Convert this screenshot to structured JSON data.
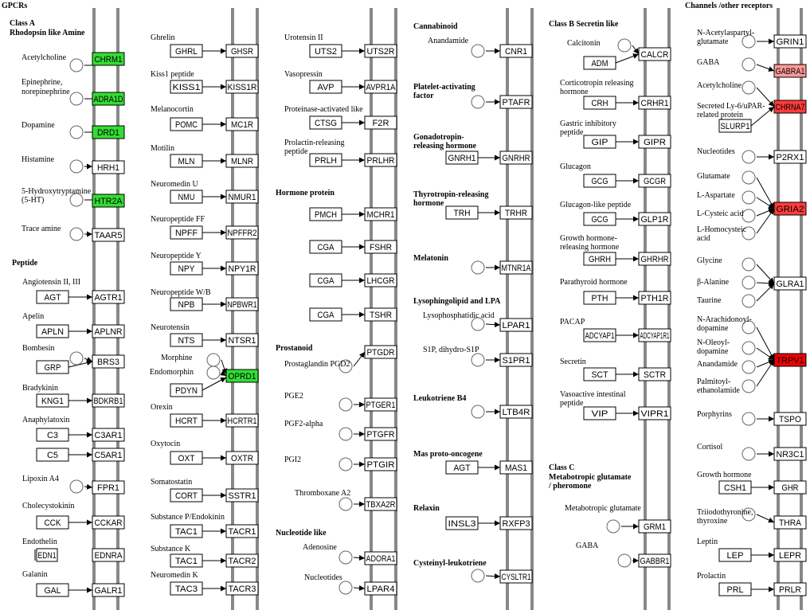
{
  "colors": {
    "green": "#33dd33",
    "pink": "#ff9999",
    "red": "#ff3b3b",
    "redStrong": "#ee0000",
    "membrane": "#888888"
  },
  "headers": [
    {
      "text": "GPCRs"
    },
    {
      "text": "Class A"
    },
    {
      "text": "Rhodopsin like Amine"
    },
    {
      "text": "Peptide"
    },
    {
      "text": "Cannabinoid"
    },
    {
      "text": "Platelet-activating"
    },
    {
      "text": "factor"
    },
    {
      "text": "Gonadotropin-"
    },
    {
      "text": "releasing hormone"
    },
    {
      "text": "Thyrotropin-releasing"
    },
    {
      "text": "hormone"
    },
    {
      "text": "Melatonin"
    },
    {
      "text": "Lysophingolipid and LPA"
    },
    {
      "text": "Leukotriene B4"
    },
    {
      "text": "Mas proto-oncogene"
    },
    {
      "text": "Relaxin"
    },
    {
      "text": "Cysteinyl-leukotriene"
    },
    {
      "text": "Hormone protein"
    },
    {
      "text": "Prostanoid"
    },
    {
      "text": "Nucleotide like"
    },
    {
      "text": "Class B Secretin like"
    },
    {
      "text": "Class C"
    },
    {
      "text": "Metabotropic glutamate"
    },
    {
      "text": "/ pheromone"
    },
    {
      "text": "Channels /other receptors"
    }
  ],
  "labels": [
    {
      "text": "Acetylcholine"
    },
    {
      "text": "Epinephrine,"
    },
    {
      "text": "norepinephrine"
    },
    {
      "text": "Dopamine"
    },
    {
      "text": "Histamine"
    },
    {
      "text": "5-Hydroxytryptamine"
    },
    {
      "text": "(5-HT)"
    },
    {
      "text": "Trace amine"
    },
    {
      "text": "Angiotensin II, III"
    },
    {
      "text": "Apelin"
    },
    {
      "text": "Bombesin"
    },
    {
      "text": "Bradykinin"
    },
    {
      "text": "Anaphylatoxin"
    },
    {
      "text": "Lipoxin A4"
    },
    {
      "text": "Cholecystokinin"
    },
    {
      "text": "Endothelin"
    },
    {
      "text": "Galanin"
    },
    {
      "text": "Ghrelin"
    },
    {
      "text": "Kiss1 peptide"
    },
    {
      "text": "Melanocortin"
    },
    {
      "text": "Motilin"
    },
    {
      "text": "Neuromedin U"
    },
    {
      "text": "Neuropeptide FF"
    },
    {
      "text": "Neuropeptide Y"
    },
    {
      "text": "Neuropeptide W/B"
    },
    {
      "text": "Neurotensin"
    },
    {
      "text": "Morphine"
    },
    {
      "text": "Endomorphin"
    },
    {
      "text": "Orexin"
    },
    {
      "text": "Oxytocin"
    },
    {
      "text": "Somatostatin"
    },
    {
      "text": "Substance P/Endokinin"
    },
    {
      "text": "Substance K"
    },
    {
      "text": "Neuromedin K"
    },
    {
      "text": "Urotensin II"
    },
    {
      "text": "Vasopressin"
    },
    {
      "text": "Proteinase-activated like"
    },
    {
      "text": "Prolactin-releasing"
    },
    {
      "text": "peptide"
    },
    {
      "text": "Prostaglandin PGD2"
    },
    {
      "text": "PGE2"
    },
    {
      "text": "PGF2-alpha"
    },
    {
      "text": "PGI2"
    },
    {
      "text": "Thromboxane A2"
    },
    {
      "text": "Adenosine"
    },
    {
      "text": "Nucleotides"
    },
    {
      "text": "Anandamide"
    },
    {
      "text": "Lysophosphatidic acid"
    },
    {
      "text": "S1P, dihydro-S1P"
    },
    {
      "text": "Calcitonin"
    },
    {
      "text": "Corticotropin releasing"
    },
    {
      "text": "hormone"
    },
    {
      "text": "Gastric inhibitory"
    },
    {
      "text": "peptide"
    },
    {
      "text": "Glucagon"
    },
    {
      "text": "Glucagon-like peptide"
    },
    {
      "text": "Growth hormone-"
    },
    {
      "text": "releasing hormone"
    },
    {
      "text": "Parathyroid hormone"
    },
    {
      "text": "PACAP"
    },
    {
      "text": "Secretin"
    },
    {
      "text": "Vasoactive intestinal"
    },
    {
      "text": "peptide"
    },
    {
      "text": "Metabotropic glutamate"
    },
    {
      "text": "GABA"
    },
    {
      "text": "N-Acetylaspartyl-"
    },
    {
      "text": "glutamate"
    },
    {
      "text": "GABA"
    },
    {
      "text": "Acetylcholine"
    },
    {
      "text": "Secreted Ly-6/uPAR-"
    },
    {
      "text": "related protein"
    },
    {
      "text": "Nucleotides"
    },
    {
      "text": "Glutamate"
    },
    {
      "text": "L-Aspartate"
    },
    {
      "text": "L-Cysteic acid"
    },
    {
      "text": "L-Homocysteic"
    },
    {
      "text": "acid"
    },
    {
      "text": "Glycine"
    },
    {
      "text": "β-Alanine"
    },
    {
      "text": "Taurine"
    },
    {
      "text": "N-Arachidonoyl-"
    },
    {
      "text": "dopamine"
    },
    {
      "text": "N-Oleoyl-"
    },
    {
      "text": "dopamine"
    },
    {
      "text": "Anandamide"
    },
    {
      "text": "Palmitoyl-"
    },
    {
      "text": "ethanolamide"
    },
    {
      "text": "Porphyrins"
    },
    {
      "text": "Cortisol"
    },
    {
      "text": "Growth hormone"
    },
    {
      "text": "Triiodothyronine,"
    },
    {
      "text": "thyroxine"
    },
    {
      "text": "Leptin"
    },
    {
      "text": "Prolactin"
    }
  ],
  "boxes": [
    {
      "text": "CHRM1",
      "fill": "green"
    },
    {
      "text": "ADRA1D",
      "fill": "green"
    },
    {
      "text": "DRD1",
      "fill": "green"
    },
    {
      "text": "HRH1"
    },
    {
      "text": "HTR2A",
      "fill": "green"
    },
    {
      "text": "TAAR5"
    },
    {
      "text": "AGT"
    },
    {
      "text": "AGTR1"
    },
    {
      "text": "APLN"
    },
    {
      "text": "APLNR"
    },
    {
      "text": "BRS3"
    },
    {
      "text": "GRP"
    },
    {
      "text": "KNG1"
    },
    {
      "text": "BDKRB1"
    },
    {
      "text": "C3"
    },
    {
      "text": "C3AR1"
    },
    {
      "text": "C5"
    },
    {
      "text": "C5AR1"
    },
    {
      "text": "FPR1"
    },
    {
      "text": "CCK"
    },
    {
      "text": "CCKAR"
    },
    {
      "text": "EDN1"
    },
    {
      "text": "EDNRA"
    },
    {
      "text": "GAL"
    },
    {
      "text": "GALR1"
    },
    {
      "text": "GHRL"
    },
    {
      "text": "GHSR"
    },
    {
      "text": "KISS1"
    },
    {
      "text": "KISS1R"
    },
    {
      "text": "POMC"
    },
    {
      "text": "MC1R"
    },
    {
      "text": "MLN"
    },
    {
      "text": "MLNR"
    },
    {
      "text": "NMU"
    },
    {
      "text": "NMUR1"
    },
    {
      "text": "NPFF"
    },
    {
      "text": "NPFFR2"
    },
    {
      "text": "NPY"
    },
    {
      "text": "NPY1R"
    },
    {
      "text": "NPB"
    },
    {
      "text": "NPBWR1"
    },
    {
      "text": "NTS"
    },
    {
      "text": "NTSR1"
    },
    {
      "text": "OPRD1",
      "fill": "green"
    },
    {
      "text": "PDYN"
    },
    {
      "text": "HCRT"
    },
    {
      "text": "HCRTR1"
    },
    {
      "text": "OXT"
    },
    {
      "text": "OXTR"
    },
    {
      "text": "CORT"
    },
    {
      "text": "SSTR1"
    },
    {
      "text": "TAC1"
    },
    {
      "text": "TACR1"
    },
    {
      "text": "TAC1"
    },
    {
      "text": "TACR2"
    },
    {
      "text": "TAC3"
    },
    {
      "text": "TACR3"
    },
    {
      "text": "UTS2"
    },
    {
      "text": "UTS2R"
    },
    {
      "text": "AVP"
    },
    {
      "text": "AVPR1A"
    },
    {
      "text": "CTSG"
    },
    {
      "text": "F2R"
    },
    {
      "text": "PRLH"
    },
    {
      "text": "PRLHR"
    },
    {
      "text": "PMCH"
    },
    {
      "text": "MCHR1"
    },
    {
      "text": "CGA"
    },
    {
      "text": "FSHR"
    },
    {
      "text": "CGA"
    },
    {
      "text": "LHCGR"
    },
    {
      "text": "CGA"
    },
    {
      "text": "TSHR"
    },
    {
      "text": "PTGDR"
    },
    {
      "text": "PTGER1"
    },
    {
      "text": "PTGFR"
    },
    {
      "text": "PTGIR"
    },
    {
      "text": "TBXA2R"
    },
    {
      "text": "ADORA1"
    },
    {
      "text": "LPAR4"
    },
    {
      "text": "CNR1"
    },
    {
      "text": "PTAFR"
    },
    {
      "text": "GNRH1"
    },
    {
      "text": "GNRHR"
    },
    {
      "text": "TRH"
    },
    {
      "text": "TRHR"
    },
    {
      "text": "MTNR1A"
    },
    {
      "text": "LPAR1"
    },
    {
      "text": "S1PR1"
    },
    {
      "text": "LTB4R"
    },
    {
      "text": "AGT"
    },
    {
      "text": "MAS1"
    },
    {
      "text": "INSL3"
    },
    {
      "text": "RXFP3"
    },
    {
      "text": "CYSLTR1"
    },
    {
      "text": "CALCR"
    },
    {
      "text": "ADM"
    },
    {
      "text": "CRH"
    },
    {
      "text": "CRHR1"
    },
    {
      "text": "GIP"
    },
    {
      "text": "GIPR"
    },
    {
      "text": "GCG"
    },
    {
      "text": "GCGR"
    },
    {
      "text": "GCG"
    },
    {
      "text": "GLP1R"
    },
    {
      "text": "GHRH"
    },
    {
      "text": "GHRHR"
    },
    {
      "text": "PTH"
    },
    {
      "text": "PTH1R"
    },
    {
      "text": "ADCYAP1"
    },
    {
      "text": "ADCYAP1R1"
    },
    {
      "text": "SCT"
    },
    {
      "text": "SCTR"
    },
    {
      "text": "VIP"
    },
    {
      "text": "VIPR1"
    },
    {
      "text": "GRM1"
    },
    {
      "text": "GABBR1"
    },
    {
      "text": "GRIN1"
    },
    {
      "text": "GABRA1",
      "fill": "pink"
    },
    {
      "text": "CHRNA7",
      "fill": "red"
    },
    {
      "text": "SLURP1"
    },
    {
      "text": "P2RX1"
    },
    {
      "text": "GRIA2",
      "fill": "red"
    },
    {
      "text": "GLRA1"
    },
    {
      "text": "TRPV1",
      "fill": "redStrong"
    },
    {
      "text": "TSPO"
    },
    {
      "text": "NR3C1"
    },
    {
      "text": "CSH1"
    },
    {
      "text": "GHR"
    },
    {
      "text": "THRA"
    },
    {
      "text": "LEP"
    },
    {
      "text": "LEPR"
    },
    {
      "text": "PRL"
    },
    {
      "text": "PRLR"
    }
  ]
}
